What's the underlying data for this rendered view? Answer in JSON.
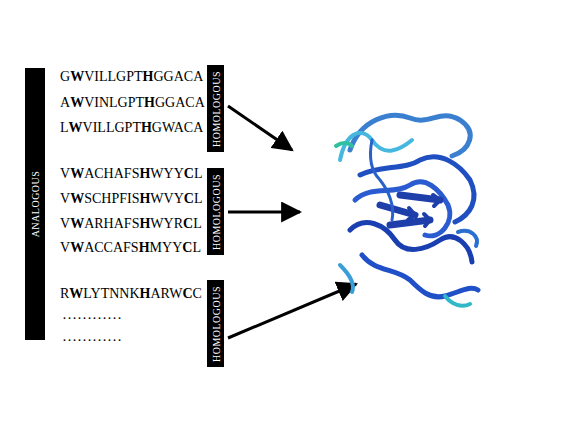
{
  "diagram": {
    "nodes": [
      {
        "text": [
          "ANALOGOUS"
        ]
      },
      {
        "text": [
          "HOMOLOGOUS"
        ]
      },
      {
        "text": [
          "HOMOLOGOUS"
        ]
      },
      {
        "text": [
          "HOMOLOGOUS"
        ]
      }
    ],
    "labels": [
      "GWVILLGPTHGGACA",
      "AWVINLGPTHGGACA",
      "LWVILLGPTHGWACA",
      "VWACHAFSHWYYCL",
      "VWSCHPFISHWVYCL",
      "VWARHAFSHWYRCL",
      "VWACCAFSHMYYCL",
      "RWLYTNNKHARWCC",
      "…………",
      "…………"
    ]
  }
}
